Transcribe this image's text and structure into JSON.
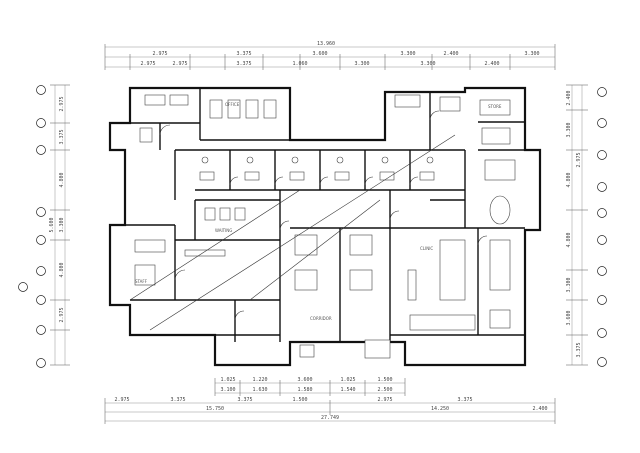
{
  "drawing": {
    "dims_top_outer": [
      "13.960"
    ],
    "dims_top_row1": [
      "2.975",
      "3.375",
      "3.600",
      "3.300",
      "2.400",
      "3.300"
    ],
    "dims_top_row2": [
      "2.975",
      "2.975",
      "3.375",
      "1.060",
      "3.300",
      "3.300",
      "2.400"
    ],
    "dims_right": [
      "2.400",
      "3.300",
      "4.800",
      "4.800",
      "3.300",
      "3.600",
      "3.375",
      "2.975"
    ],
    "dims_left": [
      "2.975",
      "3.375",
      "4.800",
      "3.300",
      "4.800",
      "2.975",
      "5.600"
    ],
    "dims_bottom_row1": [
      "1.025",
      "1.220",
      "3.600",
      "1.025",
      "1.500"
    ],
    "dims_bottom_row2": [
      "3.100",
      "1.630",
      "1.580",
      "1.540",
      "2.500"
    ],
    "dims_bottom_row3": [
      "2.975",
      "3.375",
      "3.375",
      "1.500",
      "2.975",
      "3.375",
      "2.400"
    ],
    "dims_bottom_row4": [
      "15.750",
      "14.250"
    ],
    "dims_bottom_total": [
      "27.749"
    ],
    "rooms": [
      "OFFICE",
      "WAITING",
      "CLINIC",
      "CORRIDOR",
      "STAFF",
      "STORE"
    ]
  }
}
